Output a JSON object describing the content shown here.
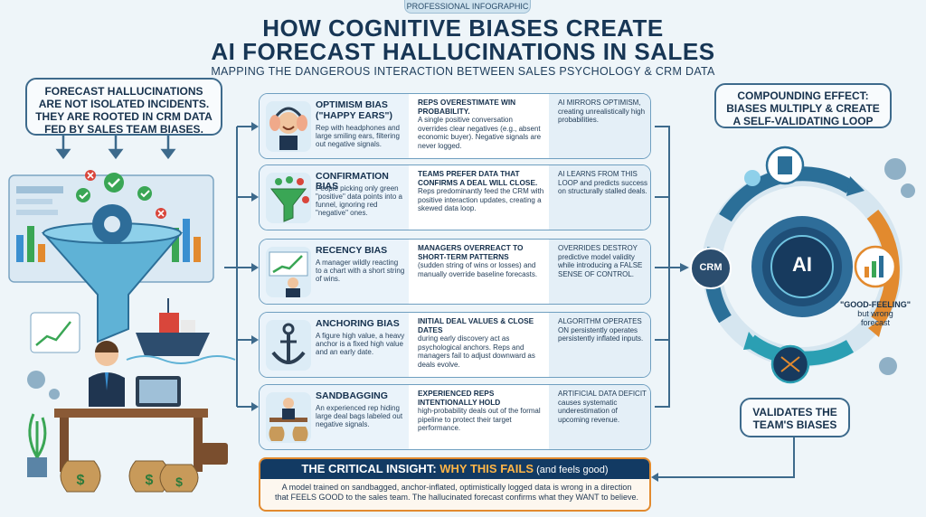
{
  "header": {
    "tag": "PROFESSIONAL INFOGRAPHIC",
    "title_line1": "HOW COGNITIVE BIASES CREATE",
    "title_line2": "AI FORECAST HALLUCINATIONS IN SALES",
    "subtitle": "MAPPING THE DANGEROUS INTERACTION BETWEEN SALES PSYCHOLOGY & CRM DATA"
  },
  "left_box": {
    "line1": "FORECAST HALLUCINATIONS",
    "line2": "ARE NOT ISOLATED INCIDENTS.",
    "line3": "THEY ARE ROOTED IN CRM DATA",
    "line4": "FED BY SALES TEAM BIASES."
  },
  "right_box": {
    "line1": "COMPOUNDING EFFECT:",
    "line2": "BIASES MULTIPLY & CREATE",
    "line3": "A SELF-VALIDATING LOOP"
  },
  "biases": [
    {
      "name": "OPTIMISM BIAS",
      "name2": "(\"HAPPY EARS\")",
      "desc": "Rep with headphones and large smiling ears, filtering out negative signals.",
      "mid_head": "REPS OVERESTIMATE WIN PROBABILITY.",
      "mid_body": "A single positive conversation overrides clear negatives (e.g., absent economic buyer). Negative signals are never logged.",
      "right": "AI MIRRORS OPTIMISM, creating unrealistically high probabilities."
    },
    {
      "name": "CONFIRMATION BIAS",
      "name2": "",
      "desc": "People picking only green \"positive\" data points into a funnel, ignoring red \"negative\" ones.",
      "mid_head": "TEAMS PREFER DATA THAT CONFIRMS A DEAL WILL CLOSE.",
      "mid_body": "Reps predominantly feed the CRM with positive interaction updates, creating a skewed data loop.",
      "right": "AI LEARNS FROM THIS LOOP and predicts success on structurally stalled deals."
    },
    {
      "name": "RECENCY BIAS",
      "name2": "",
      "desc": "A manager wildly reacting to a chart with a short string of wins.",
      "mid_head": "MANAGERS OVERREACT TO SHORT-TERM PATTERNS",
      "mid_body": "(sudden string of wins or losses) and manually override baseline forecasts.",
      "right": "OVERRIDES DESTROY predictive model validity while introducing a FALSE SENSE OF CONTROL."
    },
    {
      "name": "ANCHORING BIAS",
      "name2": "",
      "desc": "A figure high value, a heavy anchor is a fixed high value and an early date.",
      "mid_head": "INITIAL DEAL VALUES & CLOSE DATES",
      "mid_body": "during early discovery act as psychological anchors. Reps and managers fail to adjust downward as deals evolve.",
      "right": "ALGORITHM OPERATES ON persistently operates persistently inflated inputs."
    },
    {
      "name": "SANDBAGGING",
      "name2": "",
      "desc": "An experienced rep hiding large deal bags labeled out negative signals.",
      "mid_head": "EXPERIENCED REPS INTENTIONALLY HOLD",
      "mid_body": "high-probability deals out of the formal pipeline to protect their target performance.",
      "right": "ARTIFICIAL DATA DEFICIT causes systematic underestimation of upcoming revenue."
    }
  ],
  "cycle": {
    "crm": "CRM",
    "ai": "AI",
    "good1": "\"GOOD-FEELING\"",
    "good2": "but wrong",
    "good3": "forecast"
  },
  "validates": {
    "line1": "VALIDATES THE",
    "line2": "TEAM'S BIASES"
  },
  "insight": {
    "head_a": "THE CRITICAL INSIGHT: ",
    "head_b": "WHY THIS FAILS",
    "head_c": " (and feels good)",
    "body1": "A model trained on sandbagged, anchor-inflated, optimistically logged data is wrong in a direction",
    "body2": "that FEELS GOOD to the sales team. The hallucinated forecast confirms what they WANT to believe."
  },
  "colors": {
    "navy": "#123a63",
    "accent_orange": "#e28a2e",
    "positive_green": "#3aa655",
    "negative_red": "#d9463b",
    "teal": "#2b9fb3"
  }
}
